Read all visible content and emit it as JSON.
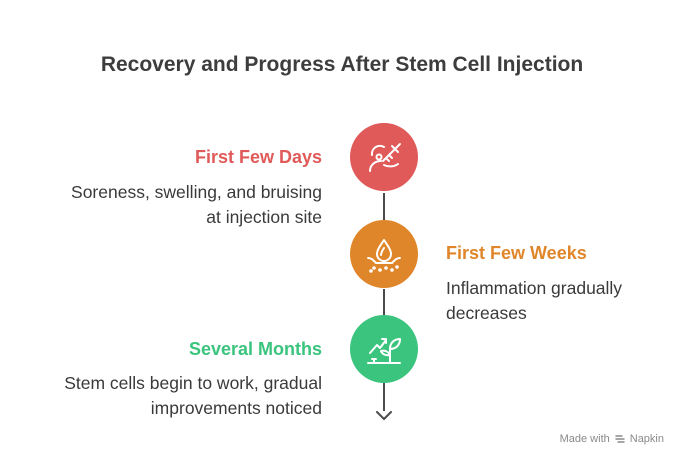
{
  "title": "Recovery and Progress After Stem Cell Injection",
  "steps": [
    {
      "title": "First Few Days",
      "description_lines": [
        "Soreness, swelling, and bruising",
        "at injection site"
      ],
      "color": "#e05a5a",
      "icon": "injection-icon",
      "side": "left"
    },
    {
      "title": "First Few Weeks",
      "description_lines": [
        "Inflammation gradually",
        "decreases"
      ],
      "color": "#e0862a",
      "icon": "skin-drop-icon",
      "side": "right"
    },
    {
      "title": "Several Months",
      "description_lines": [
        "Stem cells begin to work, gradual",
        "improvements noticed"
      ],
      "color": "#3ac47d",
      "icon": "growth-icon",
      "side": "left"
    }
  ],
  "credit": {
    "prefix": "Made with",
    "brand": "Napkin"
  }
}
